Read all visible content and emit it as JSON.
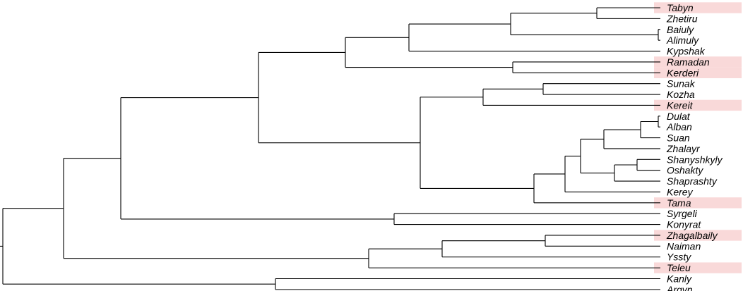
{
  "tree": {
    "highlight_color": "#f9d9d9",
    "line_color": "#000000",
    "tips": [
      {
        "name": "Tabyn",
        "highlighted": true
      },
      {
        "name": "Zhetiru",
        "highlighted": false
      },
      {
        "name": "Baiuly",
        "highlighted": false
      },
      {
        "name": "Alimuly",
        "highlighted": false
      },
      {
        "name": "Kypshak",
        "highlighted": false
      },
      {
        "name": "Ramadan",
        "highlighted": true
      },
      {
        "name": "Kerderi",
        "highlighted": true
      },
      {
        "name": "Sunak",
        "highlighted": false
      },
      {
        "name": "Kozha",
        "highlighted": false
      },
      {
        "name": "Kereit",
        "highlighted": true
      },
      {
        "name": "Dulat",
        "highlighted": false
      },
      {
        "name": "Alban",
        "highlighted": false
      },
      {
        "name": "Suan",
        "highlighted": false
      },
      {
        "name": "Zhalayr",
        "highlighted": false
      },
      {
        "name": "Shanyshkyly",
        "highlighted": false
      },
      {
        "name": "Oshakty",
        "highlighted": false
      },
      {
        "name": "Shaprashty",
        "highlighted": false
      },
      {
        "name": "Kerey",
        "highlighted": false
      },
      {
        "name": "Tama",
        "highlighted": true
      },
      {
        "name": "Syrgeli",
        "highlighted": false
      },
      {
        "name": "Konyrat",
        "highlighted": false
      },
      {
        "name": "Zhagalbaily",
        "highlighted": true
      },
      {
        "name": "Naiman",
        "highlighted": false
      },
      {
        "name": "Yssty",
        "highlighted": false
      },
      {
        "name": "Teleu",
        "highlighted": true
      },
      {
        "name": "Kanly",
        "highlighted": false
      },
      {
        "name": "Argyn",
        "highlighted": false
      }
    ]
  }
}
